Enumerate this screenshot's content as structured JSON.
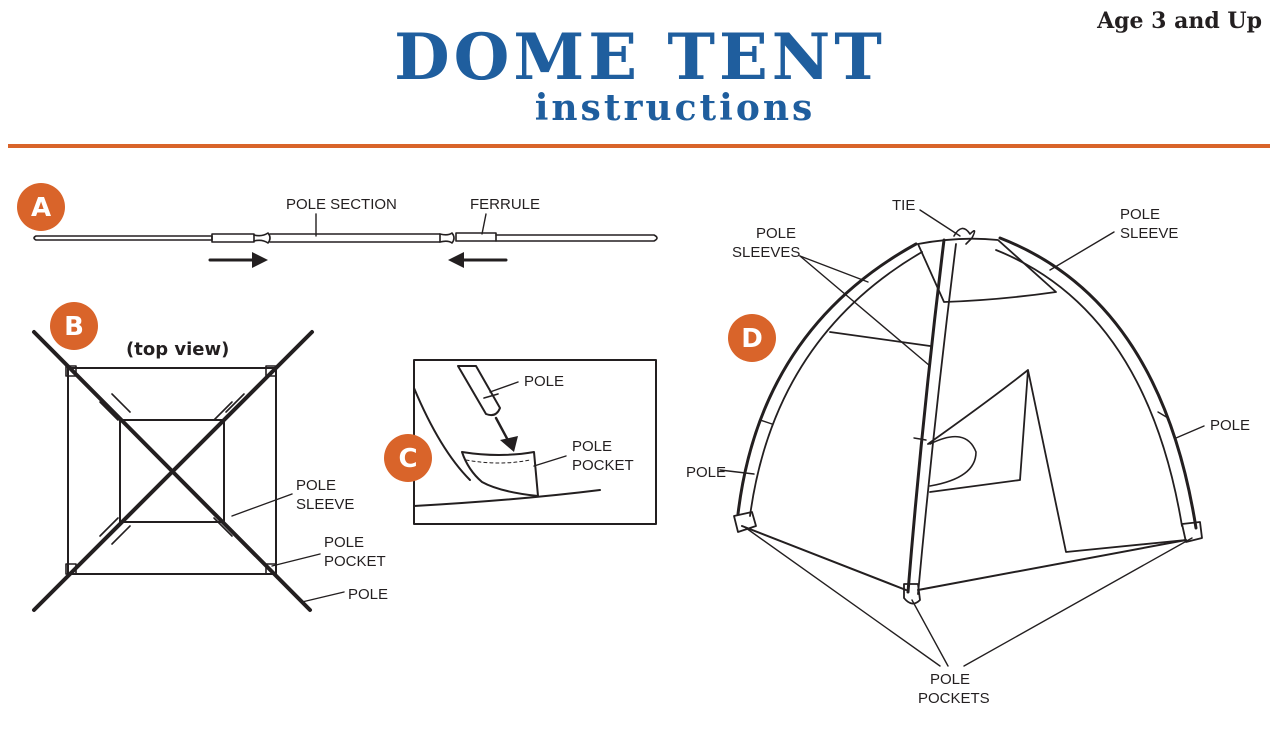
{
  "header": {
    "age": "Age 3 and Up",
    "title": "DOME TENT",
    "subtitle": "instructions"
  },
  "colors": {
    "title_blue": "#1f5e9e",
    "accent_orange": "#d9642a",
    "line": "#231f20"
  },
  "step_a": {
    "badge": "A",
    "pole_section": "POLE SECTION",
    "ferrule": "FERRULE"
  },
  "step_b": {
    "badge": "B",
    "top_view": "(top view)",
    "pole_sleeve_1": "POLE",
    "pole_sleeve_2": "SLEEVE",
    "pole_pocket_1": "POLE",
    "pole_pocket_2": "POCKET",
    "pole": "POLE"
  },
  "step_c": {
    "badge": "C",
    "pole": "POLE",
    "pole_pocket_1": "POLE",
    "pole_pocket_2": "POCKET"
  },
  "step_d": {
    "badge": "D",
    "tie": "TIE",
    "pole_sleeves_1": "POLE",
    "pole_sleeves_2": "SLEEVES",
    "pole_sleeve_1": "POLE",
    "pole_sleeve_2": "SLEEVE",
    "pole_left": "POLE",
    "pole_right": "POLE",
    "pole_pockets_1": "POLE",
    "pole_pockets_2": "POCKETS"
  }
}
